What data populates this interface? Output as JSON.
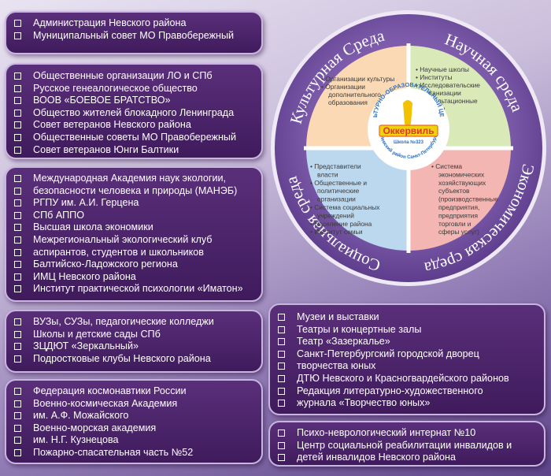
{
  "boxes": {
    "b1": [
      "Администрация Невского района",
      "Муниципальный совет МО Правобережный"
    ],
    "b2": [
      "Общественные организации ЛО и СПб",
      "Русское генеалогическое общество",
      "ВООВ «БОЕВОЕ БРАТСТВО»",
      "Общество жителей блокадного Ленинграда",
      "Совет ветеранов Невского района",
      "Общественные советы МО Правобережный",
      "Совет ветеранов Юнги Балтики"
    ],
    "b3": [
      "Международная Академия наук экологии,",
      "безопасности человека и природы (МАНЭБ)",
      "РГПУ им. А.И. Герцена",
      "СПб АППО",
      "Высшая школа экономики",
      "Межрегиональный экологический клуб",
      "аспирантов, студентов и школьников",
      "Балтийско-Ладожского региона",
      "ИМЦ Невского района",
      "Институт практической психологии «Иматон»"
    ],
    "b4": [
      "ВУЗы, СУЗы, педагогические колледжи",
      "Школы и детские сады СПб",
      "ЗЦДЮТ «Зеркальный»",
      "Подростковые клубы Невского района"
    ],
    "b5": [
      "Федерация космонавтики России",
      "Военно-космическая Академия",
      "им. А.Ф. Можайского",
      "Военно-морская академия",
      "им. Н.Г. Кузнецова",
      "Пожарно-спасательная часть №52"
    ],
    "b6": [
      "Музеи и выставки",
      "Театры и концертные залы",
      "Театр «Зазеркалье»",
      "Санкт-Петербургский городской дворец",
      "творчества юных",
      "ДТЮ Невского и Красногвардейского районов",
      "Редакция литературно-художественного",
      "журнала «Творчество юных»"
    ],
    "b7": [
      "Психо-неврологический интернат №10",
      "Центр социальной реабилитации инвалидов и",
      "детей инвалидов Невского района"
    ]
  },
  "wheel": {
    "ring_labels": {
      "culture": "Культурная Среда",
      "science": "Научная среда",
      "economy": "Экономическая среда",
      "social": "Социальная среда"
    },
    "culture_items": [
      "• Организации культуры",
      "• Организации",
      "дополнительного",
      "образования"
    ],
    "science_items": [
      "• Научные школы",
      "• Институты",
      "• Исследовательские",
      "организации",
      "• Консультационные",
      "центры"
    ],
    "social_items": [
      "• Представители",
      "власти",
      "• Общественные и",
      "политические",
      "организации",
      "• Система социальных",
      "учреждений",
      "• Население района",
      "• Институт семьи"
    ],
    "economy_items": [
      "• Система",
      "экономических",
      "хозяйствующих",
      "субъектов",
      "(производственные",
      "предприятия,",
      "предприятия",
      "торговли и",
      "сферы услуг)"
    ],
    "logo": {
      "name": "Оккервиль",
      "arc_top": "КУЛЬТУРНО-ОБРАЗОВАТЕЛЬНЫЙ ЦЕНТР",
      "arc_bottom": "Невский район Санкт-Петербург",
      "school": "Школа №323"
    }
  },
  "colors": {
    "culture": "#fbd9b4",
    "science": "#d9e9b8",
    "social": "#bcd8ee",
    "economy": "#f4b6b2",
    "ring": "#6f4d9a"
  }
}
